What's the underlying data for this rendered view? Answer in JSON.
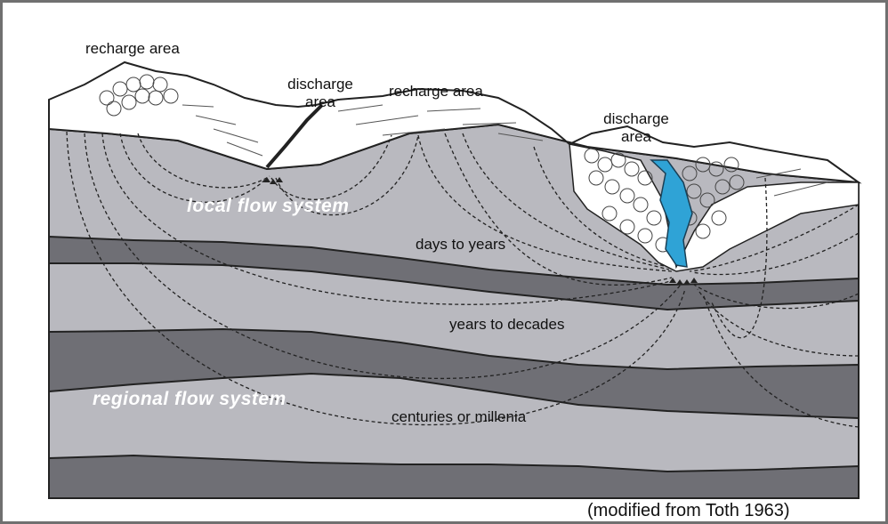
{
  "labels": {
    "recharge_left": "recharge area",
    "discharge_mid_line1": "discharge",
    "discharge_mid_line2": "area",
    "recharge_mid": "recharge area",
    "discharge_right_line1": "discharge",
    "discharge_right_line2": "area",
    "local_flow": "local flow system",
    "regional_flow": "regional flow system",
    "days_to_years": "days to years",
    "years_to_decades": "years to decades",
    "centuries": "centuries or millenia",
    "citation": "(modified from Toth 1963)"
  },
  "colors": {
    "layer_light": "#b9b9bf",
    "layer_dark": "#6f6f75",
    "surface": "#ffffff",
    "water": "#2fa3d6",
    "frame": "#707070"
  }
}
